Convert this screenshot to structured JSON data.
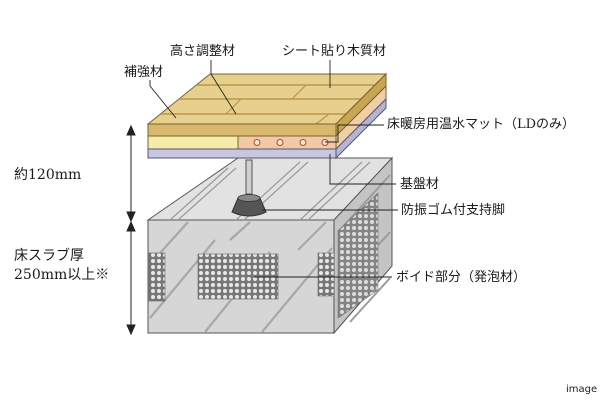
{
  "labels": {
    "height_adjuster": "高さ調整材",
    "sheet_wood": "シート貼り木質材",
    "reinforcement": "補強材",
    "heating_mat": "床暖房用温水マット（LDのみ）",
    "base_board": "基盤材",
    "anti_vibration_support": "防振ゴム付支持脚",
    "void": "ボイド部分（発泡材）"
  },
  "dimensions": {
    "floor_height": "約120mm",
    "slab_title": "床スラブ厚",
    "slab_value": "250mm以上※"
  },
  "note": "image",
  "colors": {
    "wood_top": "#e7cf8d",
    "wood_front": "#d8b86c",
    "wood_side": "#c9a654",
    "reinforcement": "#f4eca8",
    "mat": "#f2c9a5",
    "base": "#c9c7de",
    "concrete_top": "#e2e2e2",
    "concrete_front": "#d5d5d5",
    "concrete_side": "#c4c4c4"
  }
}
